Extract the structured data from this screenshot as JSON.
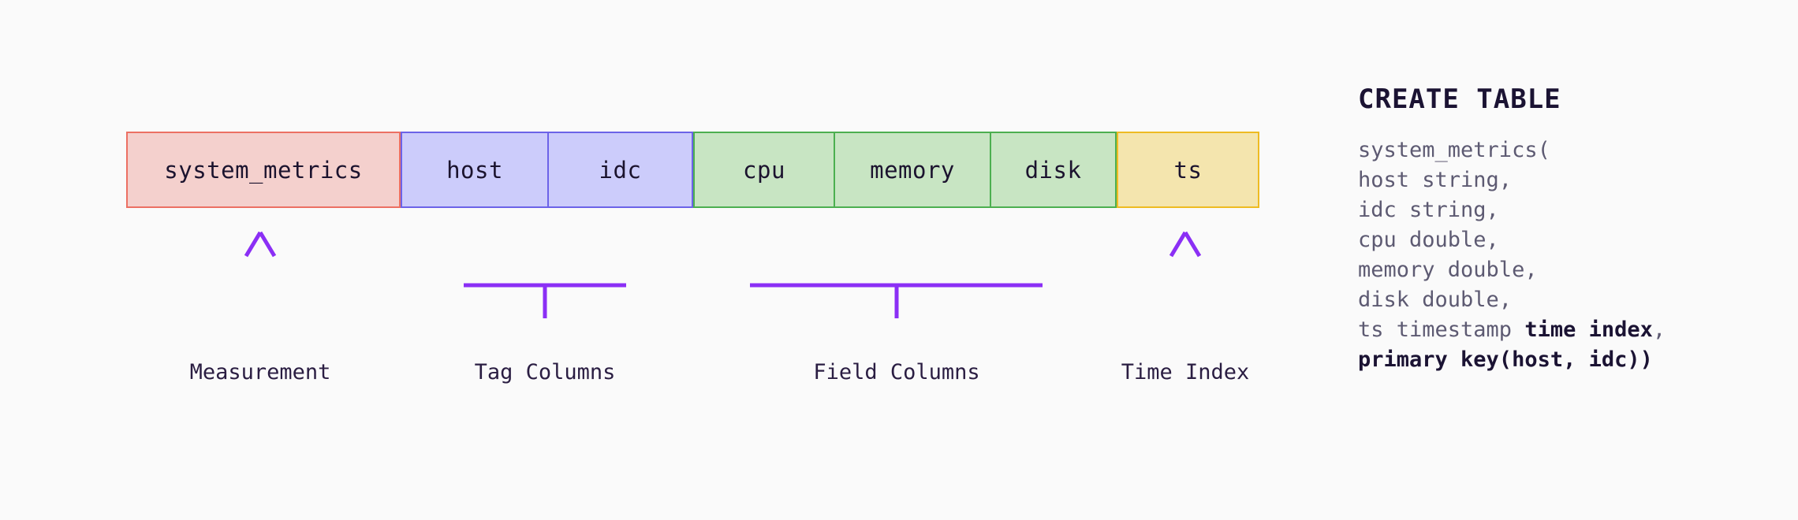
{
  "diagram": {
    "title_hidden": "",
    "segments": [
      {
        "key": "measurement",
        "caption": "Measurement",
        "connector": "arrow",
        "color_fill": "#f4d0cd",
        "color_border": "#ec7063",
        "cells": [
          {
            "label": "system_metrics"
          }
        ]
      },
      {
        "key": "tags",
        "caption": "Tag Columns",
        "connector": "bracket",
        "color_fill": "#ccccfb",
        "color_border": "#6c63e8",
        "cells": [
          {
            "label": "host"
          },
          {
            "label": "idc"
          }
        ]
      },
      {
        "key": "fields",
        "caption": "Field Columns",
        "connector": "bracket",
        "color_fill": "#c8e5c3",
        "color_border": "#4caf50",
        "cells": [
          {
            "label": "cpu"
          },
          {
            "label": "memory"
          },
          {
            "label": "disk"
          }
        ]
      },
      {
        "key": "time_index",
        "caption": "Time Index",
        "connector": "arrow",
        "color_fill": "#f4e5ae",
        "color_border": "#eebb22",
        "cells": [
          {
            "label": "ts"
          }
        ]
      }
    ],
    "connector_color": "#8b2ff5",
    "background_color": "#fafafa"
  },
  "sql": {
    "title": "CREATE TABLE",
    "lines": [
      {
        "segments": [
          {
            "text": "system_metrics(",
            "bold": false
          }
        ]
      },
      {
        "segments": [
          {
            "text": "host string,",
            "bold": false
          }
        ]
      },
      {
        "segments": [
          {
            "text": "idc string,",
            "bold": false
          }
        ]
      },
      {
        "segments": [
          {
            "text": "cpu double,",
            "bold": false
          }
        ]
      },
      {
        "segments": [
          {
            "text": "memory double,",
            "bold": false
          }
        ]
      },
      {
        "segments": [
          {
            "text": "disk double,",
            "bold": false
          }
        ]
      },
      {
        "segments": [
          {
            "text": "ts timestamp ",
            "bold": false
          },
          {
            "text": "time index",
            "bold": true
          },
          {
            "text": ",",
            "bold": false
          }
        ]
      },
      {
        "segments": [
          {
            "text": "primary key(host, idc))",
            "bold": true
          }
        ]
      }
    ]
  }
}
